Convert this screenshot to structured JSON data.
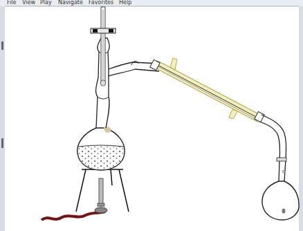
{
  "diagram": {
    "labels": [
      "File",
      "View",
      "Play",
      "Navigate",
      "Favorites",
      "Help"
    ]
  }
}
